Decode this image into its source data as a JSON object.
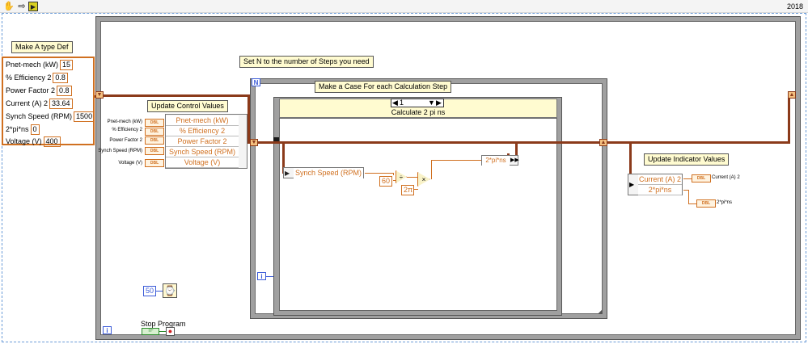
{
  "toolbar": {
    "icons": [
      "hand-icon",
      "arrow-icon",
      "run-icon"
    ],
    "version": "2018"
  },
  "labels": {
    "make_type_def": "Make A type Def",
    "set_n": "Set N to the number of Steps you need",
    "make_case": "Make a Case For each Calculation Step",
    "update_control": "Update Control Values",
    "update_indicator": "Update Indicator Values",
    "stop_program": "Stop Program"
  },
  "cluster": {
    "rows": [
      {
        "label": "Pnet-mech (kW)",
        "value": "15"
      },
      {
        "label": "% Efficiency 2",
        "value": "0.8"
      },
      {
        "label": "Power Factor 2",
        "value": "0.8"
      },
      {
        "label": "Current (A) 2",
        "value": "33.64"
      },
      {
        "label": "Synch Speed (RPM)",
        "value": "1500"
      },
      {
        "label": "2*pi*ns",
        "value": "0"
      },
      {
        "label": "Voltage (V)",
        "value": "400"
      }
    ]
  },
  "control_bundle": {
    "terminals": [
      "Pnet-mech (kW)",
      "% Efficiency 2",
      "Power Factor 2",
      "Synch Speed (RPM)",
      "Voltage (V)"
    ],
    "rows": [
      "Pnet-mech (kW)",
      "% Efficiency 2",
      "Power Factor 2",
      "Synch Speed (RPM)",
      "Voltage (V)"
    ],
    "type": "DBL"
  },
  "for_loop": {
    "n": "N",
    "i": "i"
  },
  "case": {
    "selector": "1",
    "name": "Calculate 2 pi ns"
  },
  "calc": {
    "unbundle": "Synch Speed (RPM)",
    "const_60": "60",
    "const_2pi": "2π",
    "divide": "÷",
    "multiply": "×",
    "bundle_out": "2*pi*ns"
  },
  "indicator_unbundle": {
    "rows": [
      "Current (A) 2",
      "2*pi*ns"
    ],
    "outputs": [
      "Current (A) 2",
      "2*pi*ns"
    ],
    "type": "DBL"
  },
  "timing": {
    "wait_ms": "50"
  },
  "colors": {
    "cluster_wire": "#8b3a1a",
    "numeric": "#d07020",
    "integer": "#3b5bd8",
    "boolean": "#2a8a2a"
  }
}
